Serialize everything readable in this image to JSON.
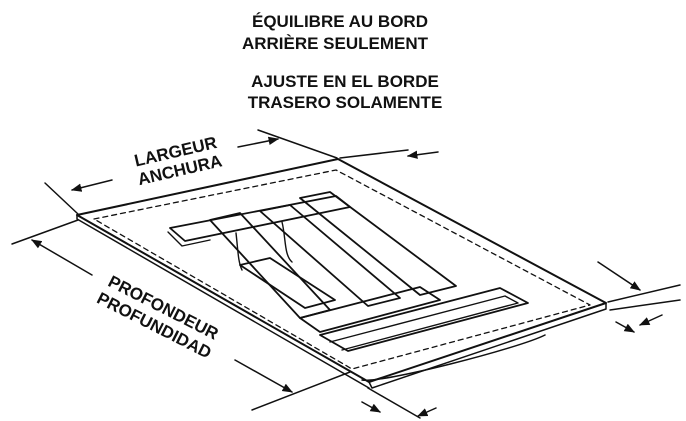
{
  "notes": {
    "fr_line1": "ÉQUILIBRE AU BORD",
    "fr_line2": "ARRIÈRE SEULEMENT",
    "es_line1": "AJUSTE EN EL BORDE",
    "es_line2": "TRASERO SOLAMENTE"
  },
  "width_label": {
    "fr": "LARGEUR",
    "es": "ANCHURA"
  },
  "depth_label": {
    "fr": "PROFONDEUR",
    "es": "PROFUNDIDAD"
  },
  "colors": {
    "ink": "#111111",
    "background": "#ffffff"
  }
}
